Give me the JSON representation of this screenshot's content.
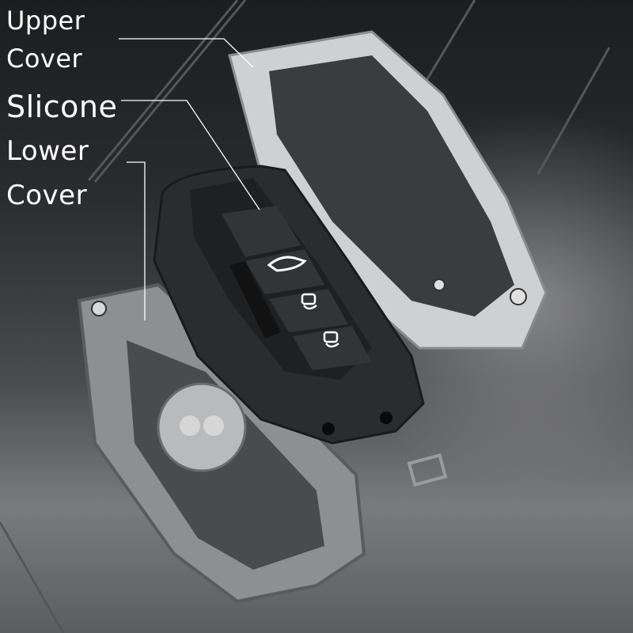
{
  "labels": {
    "upper_cover_line1": "Upper",
    "upper_cover_line2": "Cover",
    "silicone": "Slicone",
    "lower_cover_line1": "Lower",
    "lower_cover_line2": "Cover"
  },
  "product": {
    "parts": [
      "Upper Cover",
      "Slicone",
      "Lower Cover"
    ],
    "buttons": [
      "trunk-icon",
      "unlock-icon",
      "lock-icon"
    ]
  },
  "colors": {
    "background_dark": "#1c1d1f",
    "metal": "#c9cacb",
    "silicone": "#2b2c2e",
    "label_text": "#ffffff"
  }
}
